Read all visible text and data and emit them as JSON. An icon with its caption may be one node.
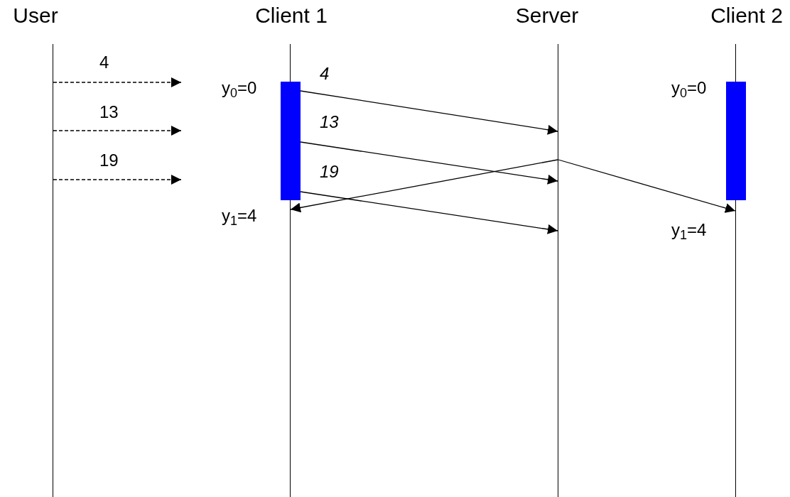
{
  "diagram": {
    "nodes": [
      {
        "text": [
          "User"
        ]
      },
      {
        "text": [
          "Client 1"
        ]
      },
      {
        "text": [
          "Server"
        ]
      },
      {
        "text": [
          "Client 2"
        ]
      },
      {
        "text": [],
        "shape": "line"
      },
      {
        "text": [],
        "shape": "line"
      },
      {
        "text": [],
        "shape": "line"
      },
      {
        "text": [],
        "shape": "line"
      },
      {
        "text": [],
        "shape": "bar",
        "beside": [
          "y$_{0}$=0",
          "y$_{1}$=4"
        ]
      },
      {
        "text": [],
        "shape": "bar",
        "beside": [
          "y$_{0}$=0",
          "y$_{1}$=4"
        ]
      }
    ],
    "edges": [
      {
        "from": 4,
        "to": null,
        "arrow": "to",
        "label": "4",
        "style": "dashed"
      },
      {
        "from": 4,
        "to": null,
        "arrow": "to",
        "label": "13",
        "style": "dashed"
      },
      {
        "from": 4,
        "to": null,
        "arrow": "to",
        "label": "19",
        "style": "dashed"
      },
      {
        "from": 8,
        "to": 6,
        "arrow": "to",
        "label": "4"
      },
      {
        "from": 8,
        "to": 6,
        "arrow": "to",
        "label": "13"
      },
      {
        "from": 8,
        "to": 6,
        "arrow": "to",
        "label": "19"
      },
      {
        "from": 6,
        "to": 5,
        "arrow": "to"
      },
      {
        "from": 6,
        "to": 7,
        "arrow": "to"
      }
    ]
  }
}
